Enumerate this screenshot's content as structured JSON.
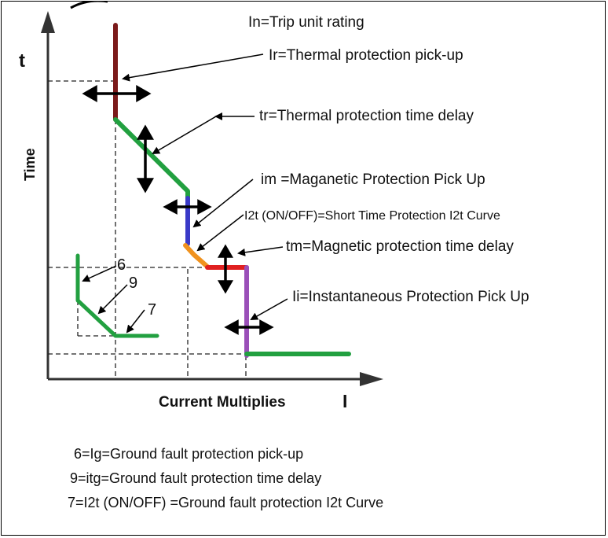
{
  "labels": {
    "in_rating": "In=Trip unit rating",
    "ir_pickup": "Ir=Thermal protection pick-up",
    "tr_delay": "tr=Thermal protection time delay",
    "im_pickup": "im =Maganetic Protection Pick Up",
    "i2t_short": "I2t (ON/OFF)=Short Time Protection I2t Curve",
    "tm_delay": "tm=Magnetic protection time delay",
    "ii_pickup": "Ii=Instantaneous Protection Pick Up"
  },
  "axes": {
    "y_symbol": "t",
    "y_label": "Time",
    "x_label": "Current Multiplies",
    "x_symbol": "I"
  },
  "ground_fault": {
    "n6": "6",
    "n9": "9",
    "n7": "7"
  },
  "legend": {
    "line1": "6=Ig=Ground fault protection pick-up",
    "line2": "9=itg=Ground fault protection time delay",
    "line3": "7=I2t (ON/OFF) =Ground fault protection I2t Curve"
  },
  "colors": {
    "thermal_pickup": "#7b1a1a",
    "thermal_delay": "#22a040",
    "magnetic_pickup": "#3a3ac8",
    "short_time_i2t": "#f0921e",
    "magnetic_delay": "#e02020",
    "instantaneous": "#9a4fb8",
    "ground_fault": "#22a040"
  }
}
